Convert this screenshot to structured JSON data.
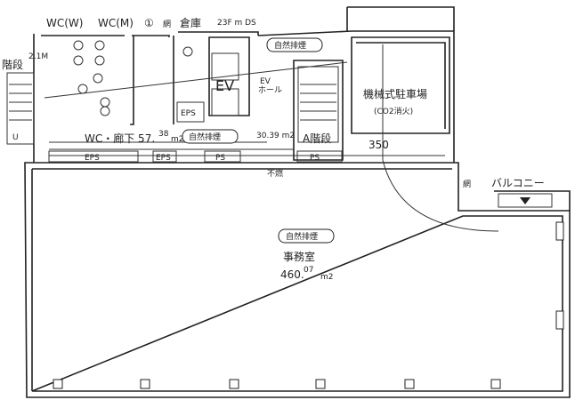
{
  "plan": {
    "wc_women": "WC(W)",
    "wc_men": "WC(M)",
    "marker_1": "①",
    "storage": "倉庫",
    "ds_note": "23F m DS",
    "natural_smoke_exhaust": "自然排煙",
    "stairs": "階段",
    "stair_height": "2.1M",
    "ev": "EV",
    "ev_hall_top": "EV",
    "ev_hall_bottom": "ホール",
    "eps": "EPS",
    "ps": "PS",
    "wc_corridor": "WC・廊下 57.",
    "wc_corridor_dec": "38",
    "wc_corridor_unit": "m2",
    "ev_hall_area": "30.39 m2",
    "stair_a": "A階段",
    "parking": "機械式駐車場",
    "parking_note": "(CO2消火)",
    "dimension_350": "350",
    "balcony": "バルコニー",
    "office": "事務室",
    "office_area": "460.",
    "office_area_dec": "07",
    "office_area_unit": "m2",
    "fire_door": "不燃",
    "net_marker": "網",
    "up": "U"
  }
}
